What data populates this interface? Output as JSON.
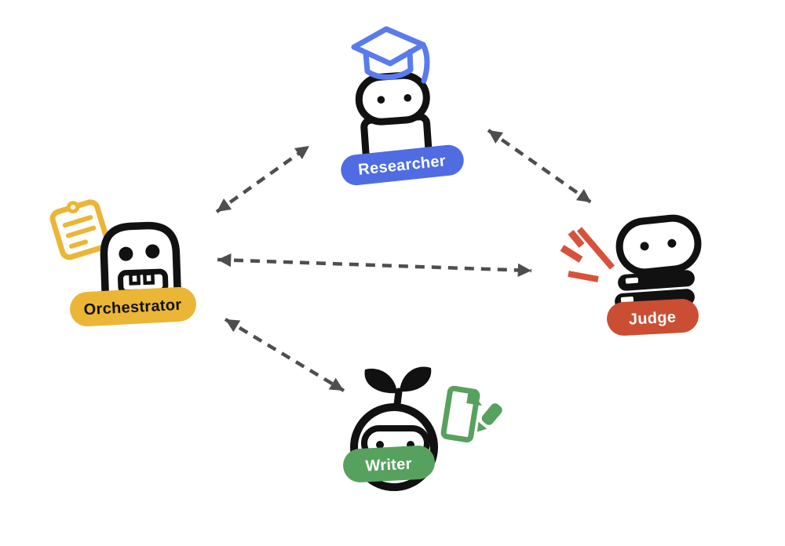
{
  "diagram": {
    "type": "multi-agent-architecture",
    "background": "#ffffff",
    "colors": {
      "ink": "#111111",
      "arrow": "#4e4e4e",
      "researcher_blue": "#506ce2",
      "cap_blue": "#5a7bee",
      "orchestrator_yellow": "#ebb636",
      "judge_red": "#cb4e33",
      "marks_red": "#d8513a",
      "writer_green": "#57a15f",
      "label_white": "#ffffff",
      "label_black": "#111111"
    },
    "nodes": [
      {
        "id": "orchestrator",
        "label": "Orchestrator",
        "badge_color": "#ebb636",
        "label_color": "#111111",
        "icon": "clipboard-icon"
      },
      {
        "id": "researcher",
        "label": "Researcher",
        "badge_color": "#506ce2",
        "label_color": "#ffffff",
        "icon": "graduation-cap-icon"
      },
      {
        "id": "judge",
        "label": "Judge",
        "badge_color": "#cb4e33",
        "label_color": "#ffffff",
        "icon": "emphasis-marks-icon"
      },
      {
        "id": "writer",
        "label": "Writer",
        "badge_color": "#57a15f",
        "label_color": "#ffffff",
        "icon": "document-pencil-icon"
      }
    ],
    "connections": [
      {
        "from": "orchestrator",
        "to": "researcher",
        "bidirectional": true,
        "style": "dashed"
      },
      {
        "from": "researcher",
        "to": "judge",
        "bidirectional": true,
        "style": "dashed"
      },
      {
        "from": "orchestrator",
        "to": "judge",
        "bidirectional": true,
        "style": "dashed"
      },
      {
        "from": "orchestrator",
        "to": "writer",
        "bidirectional": true,
        "style": "dashed"
      }
    ]
  }
}
